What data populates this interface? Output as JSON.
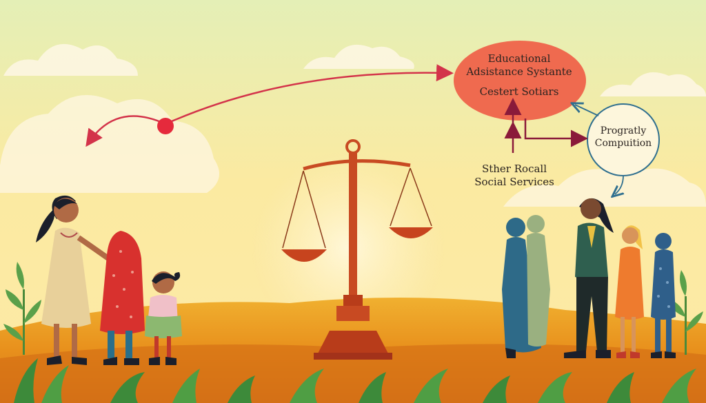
{
  "oval": {
    "line1": "Educational",
    "line2": "Adsistance Systante",
    "line3": "Cestert Sotiars"
  },
  "circle": {
    "line1": "Progratly",
    "line2": "Compuition"
  },
  "social": {
    "line1": "Sther Rocall",
    "line2": "Social Services"
  },
  "colors": {
    "sky_top": "#e6efb4",
    "sky_mid": "#fbe9a0",
    "ground": "#e8971e",
    "oval_fill": "#ef6a4f",
    "arrow_red": "#d3334a",
    "arrow_maroon": "#8a1a3a",
    "arrow_blue": "#2f6f8f",
    "scale": "#c84a22"
  }
}
